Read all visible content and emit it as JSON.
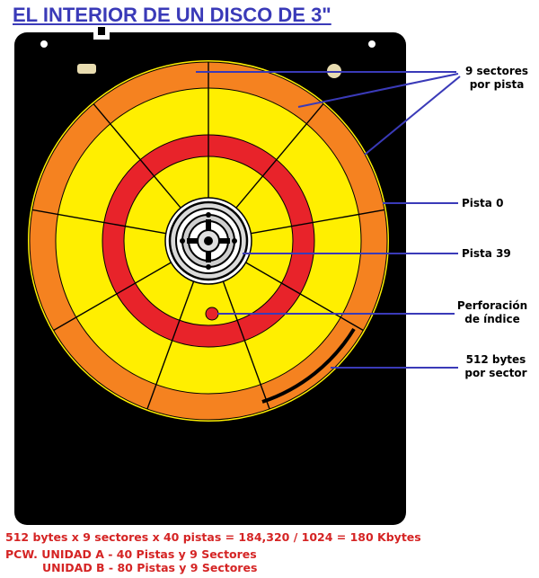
{
  "title": "EL INTERIOR DE UN DISCO DE 3\"",
  "labels": {
    "sectors_per_track": "9 sectores\npor pista",
    "track_0": "Pista 0",
    "track_39": "Pista 39",
    "index_hole": "Perforación\nde índice",
    "bytes_per_sector": "512 bytes\npor sector"
  },
  "footer": {
    "calc": "512 bytes x 9 sectores x 40 pistas = 184,320 / 1024 = 180 Kbytes",
    "pcw_a": "PCW. UNIDAD A - 40 Pistas y 9 Sectores",
    "pcw_b": "UNIDAD B - 80 Pistas y 9 Sectores"
  },
  "colors": {
    "case": "#000000",
    "outer_track": "#f58220",
    "yellow_tracks": "#ffef00",
    "inner_track": "#e8232a",
    "leader_lines": "#3a3ab8",
    "title": "#3a3ab8",
    "footer_text": "#d52424"
  }
}
